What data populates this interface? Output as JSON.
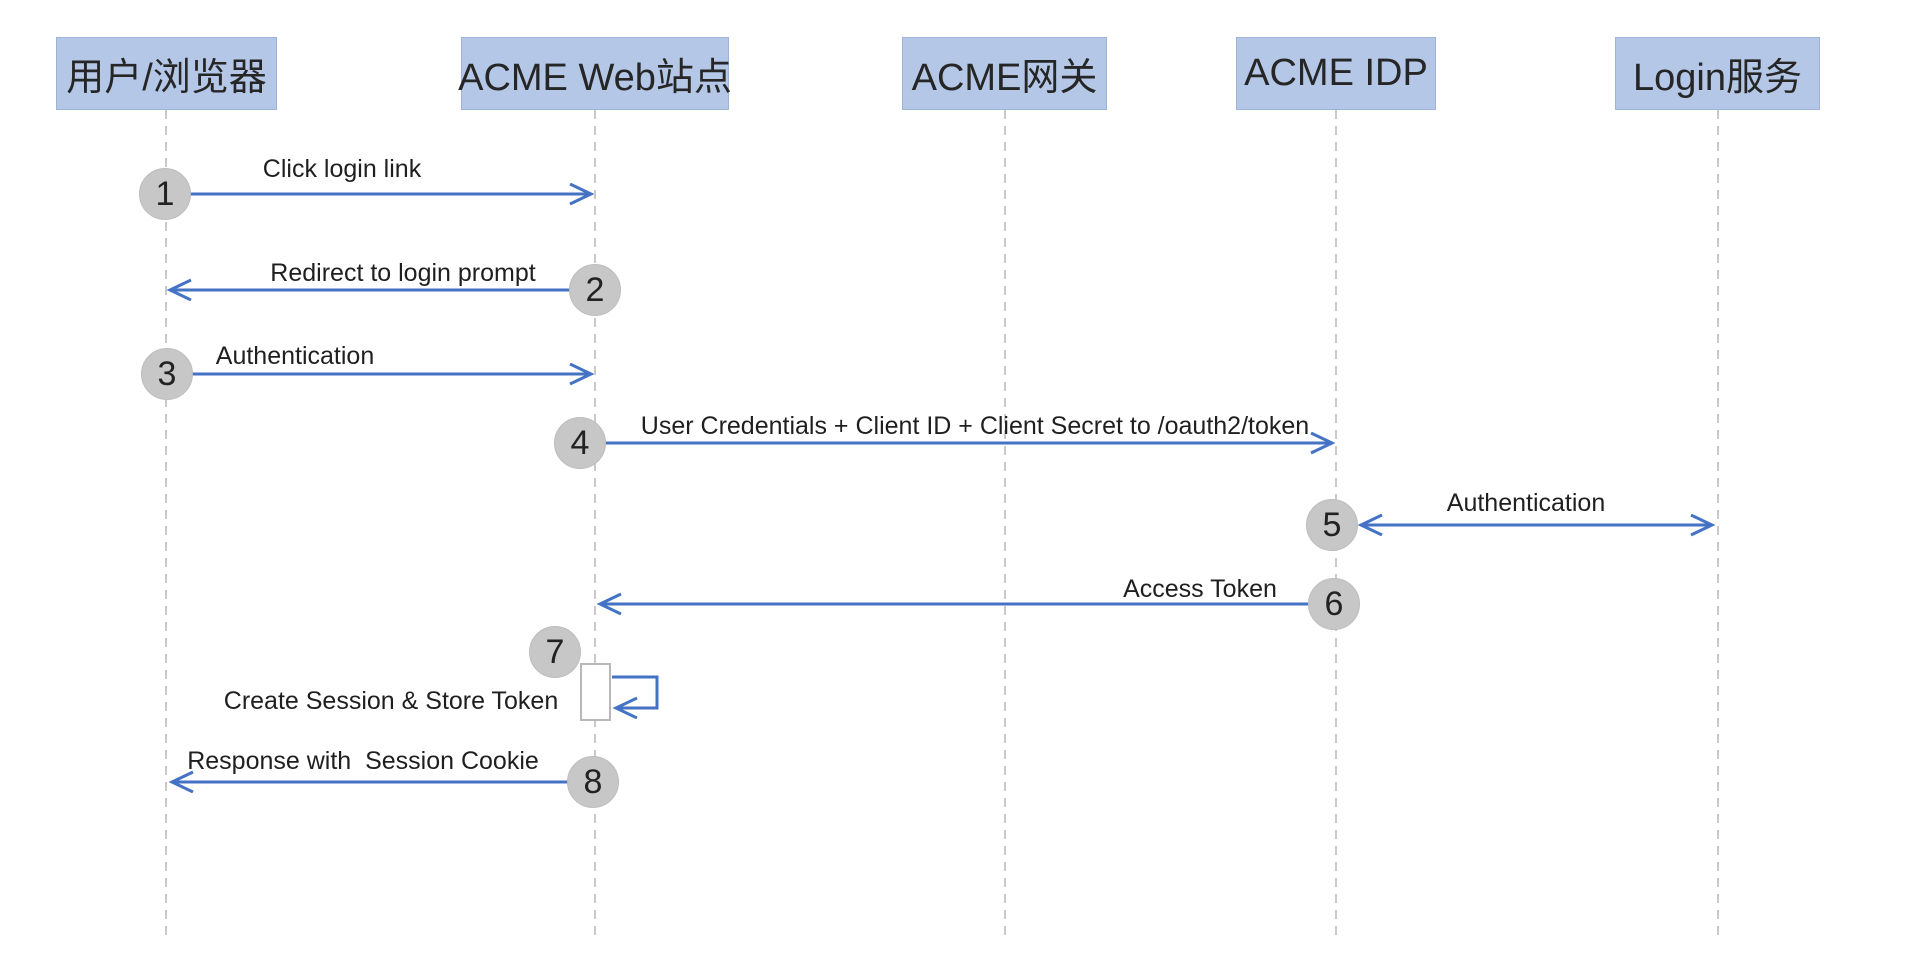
{
  "diagram_type": "sequence-diagram",
  "actors": [
    {
      "name": "用户/浏览器"
    },
    {
      "name": "ACME Web站点"
    },
    {
      "name": "ACME网关"
    },
    {
      "name": "ACME IDP"
    },
    {
      "name": "Login服务"
    }
  ],
  "steps": [
    {
      "num": "1",
      "label": "Click login link",
      "from": "用户/浏览器",
      "to": "ACME Web站点",
      "direction": "right"
    },
    {
      "num": "2",
      "label": "Redirect to login prompt",
      "from": "ACME Web站点",
      "to": "用户/浏览器",
      "direction": "left"
    },
    {
      "num": "3",
      "label": "Authentication",
      "from": "用户/浏览器",
      "to": "ACME Web站点",
      "direction": "right"
    },
    {
      "num": "4",
      "label": "User Credentials + Client ID + Client Secret to /oauth2/token",
      "from": "ACME Web站点",
      "to": "ACME IDP",
      "direction": "right"
    },
    {
      "num": "5",
      "label": "Authentication",
      "from": "ACME IDP",
      "to": "Login服务",
      "direction": "both"
    },
    {
      "num": "6",
      "label": "Access Token",
      "from": "ACME IDP",
      "to": "ACME Web站点",
      "direction": "left"
    },
    {
      "num": "7",
      "label": "Create Session & Store Token",
      "from": "ACME Web站点",
      "to": "ACME Web站点",
      "direction": "self-loop"
    },
    {
      "num": "8",
      "label": "Response with  Session Cookie",
      "from": "ACME Web站点",
      "to": "用户/浏览器",
      "direction": "left"
    }
  ],
  "colors": {
    "actor_fill": "#b4c7e7",
    "actor_border": "#9db3da",
    "arrow": "#4472c4",
    "step_circle_fill": "#c7c7c7",
    "lifeline": "#c9c9c9",
    "activation_border": "#b8b8b8",
    "text": "#1f1f1f",
    "background": "#ffffff"
  }
}
